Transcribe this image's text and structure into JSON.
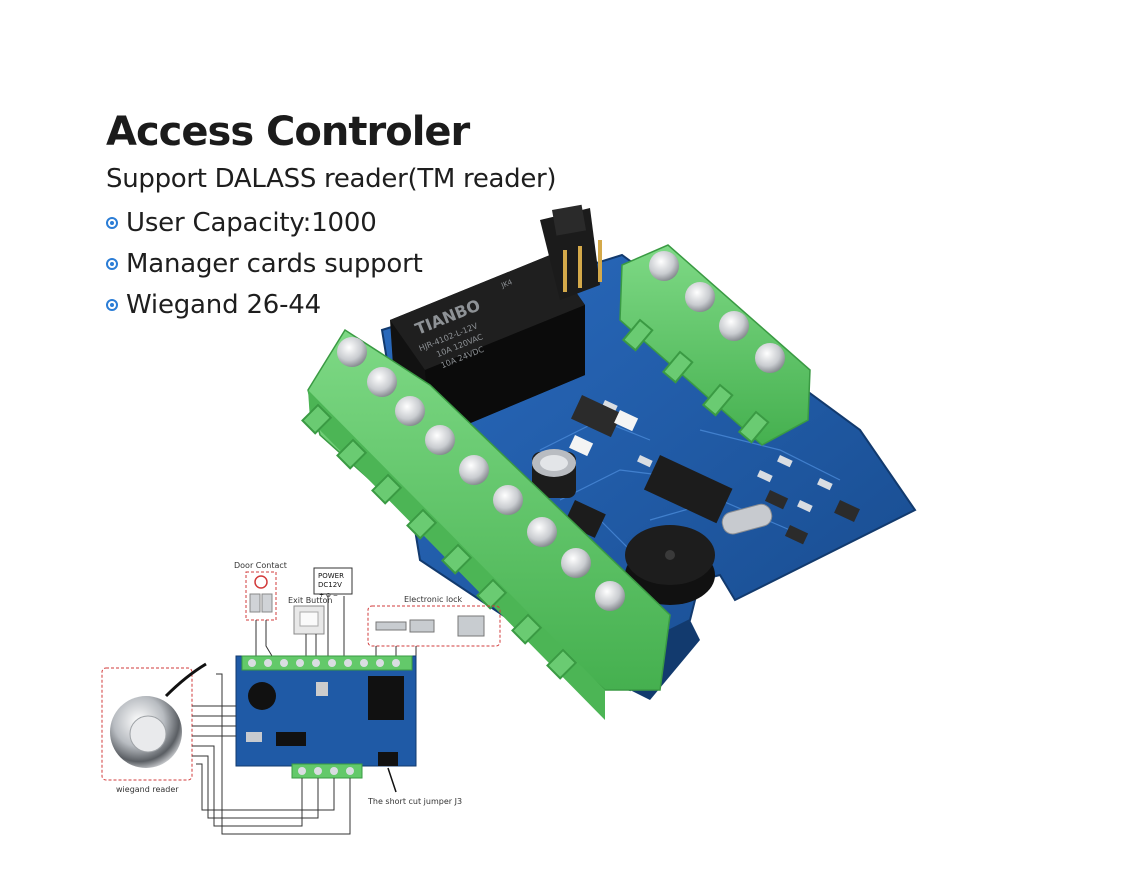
{
  "headline": "Access Controler",
  "subheadline": "Support DALASS reader(TM reader)",
  "features": [
    "User Capacity:1000",
    "Manager cards support",
    "Wiegand 26-44"
  ],
  "board": {
    "relay_brand": "TIANBO",
    "relay_model": "HJR-4102-L-12V",
    "relay_rating_1": "10A 120VAC",
    "relay_rating_2": "10A 24VDC",
    "relay_rating_3": "JK4"
  },
  "diagram": {
    "door_contact": "Door Contact",
    "power_title": "POWER",
    "power_voltage": "DC12V",
    "exit_button": "Exit Button",
    "electronic_lock": "Electronic lock",
    "wiegand_reader": "wiegand reader",
    "jumper_note": "The short cut jumper J3"
  },
  "colors": {
    "terminal_green": "#63c96a",
    "pcb_blue": "#1f5aa6",
    "bullet_blue": "#2b7dd6",
    "callout_red": "#d23b3b"
  }
}
